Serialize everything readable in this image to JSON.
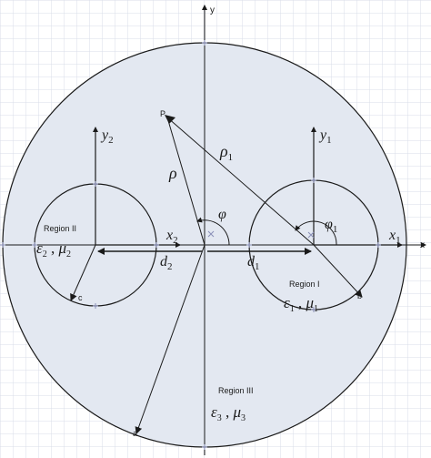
{
  "labels": {
    "y": "y",
    "x": "x",
    "y1": "y",
    "y1_sub": "1",
    "y2": "y",
    "y2_sub": "2",
    "x1": "x",
    "x1_sub": "1",
    "x2": "x",
    "x2_sub": "2",
    "P": "P",
    "rho": "ρ",
    "rho1": "ρ",
    "rho1_sub": "1",
    "phi": "φ",
    "phi1": "φ",
    "phi1_sub": "1",
    "d1": "d",
    "d1_sub": "1",
    "d2": "d",
    "d2_sub": "2",
    "a": "a",
    "b": "b",
    "c": "c"
  },
  "regions": {
    "region1": {
      "name": "Region I",
      "eps": "ε",
      "eps_sub": "1",
      "mu": "μ",
      "mu_sub": "1",
      "sep": " , "
    },
    "region2": {
      "name": "Region II",
      "eps": "ε",
      "eps_sub": "2",
      "mu": "μ",
      "mu_sub": "2",
      "sep": " , "
    },
    "region3": {
      "name": "Region III",
      "eps": "ε",
      "eps_sub": "3",
      "mu": "μ",
      "mu_sub": "3",
      "sep": " , "
    }
  },
  "colors": {
    "grid": "#d9dde8",
    "outer_fill": "#e3e8f1",
    "stroke": "#1a1a1a",
    "marker": "#8a8fb8"
  }
}
